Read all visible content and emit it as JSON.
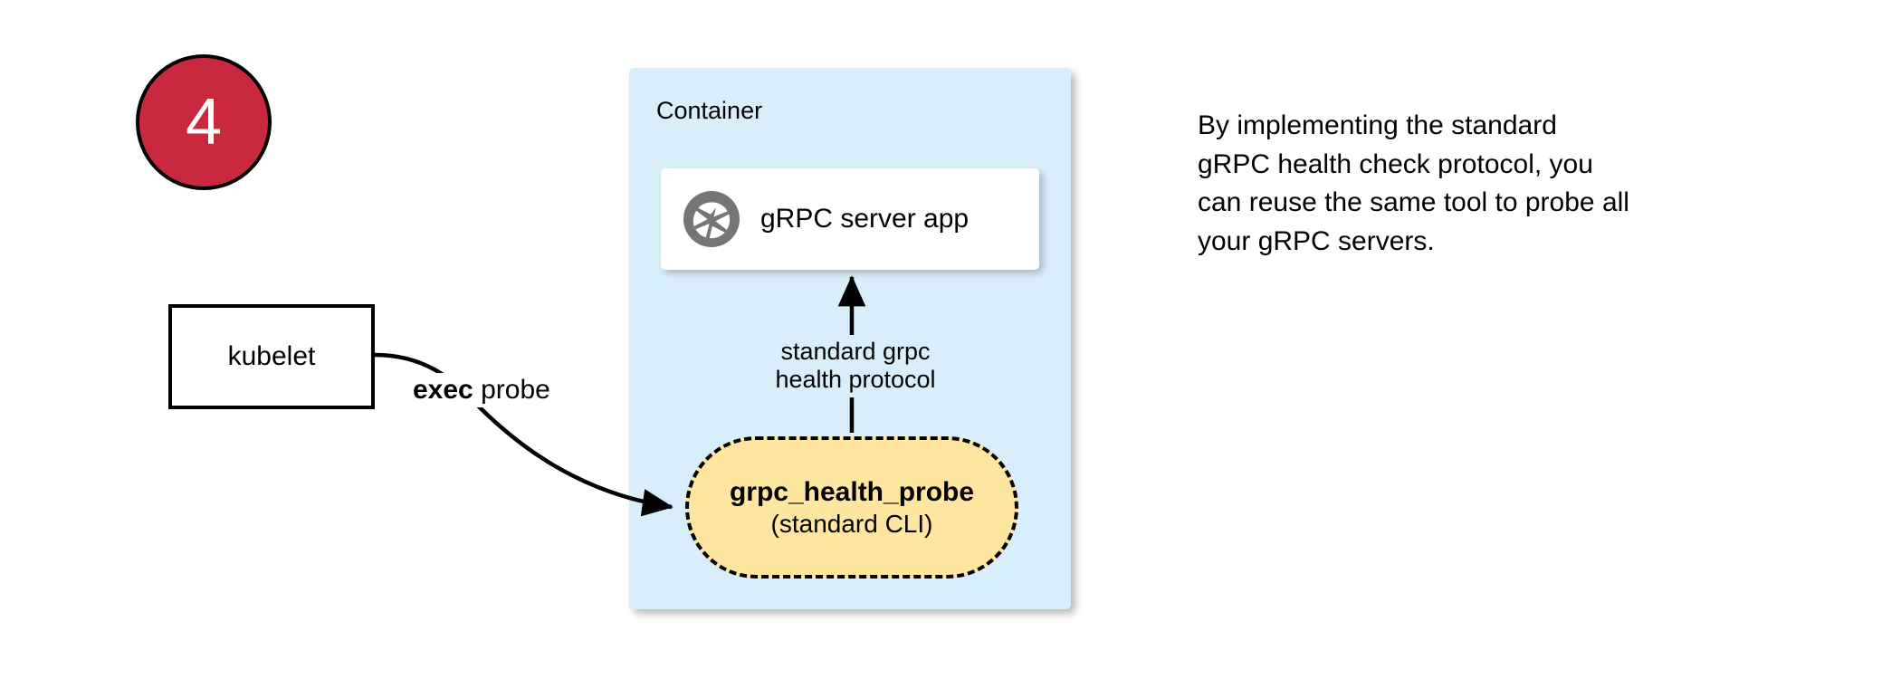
{
  "step": {
    "number": "4",
    "badge_color": "#c9283e",
    "badge_text_color": "#ffffff"
  },
  "nodes": {
    "kubelet": {
      "label": "kubelet"
    },
    "container": {
      "title": "Container",
      "fill_color": "#d9eefb"
    },
    "server_app": {
      "label": "gRPC server app",
      "icon": "aperture-icon",
      "icon_color": "#757575",
      "fill_color": "#ffffff"
    },
    "health_probe": {
      "title": "grpc_health_probe",
      "subtitle": "(standard CLI)",
      "fill_color": "#ffe6a0",
      "border_style": "dashed"
    }
  },
  "edges": {
    "exec_probe": {
      "label_bold": "exec",
      "label_rest": " probe",
      "from": "kubelet",
      "to": "grpc_health_probe"
    },
    "health_protocol": {
      "label_line1": "standard grpc",
      "label_line2": "health protocol",
      "from": "grpc_health_probe",
      "to": "gRPC server app"
    }
  },
  "caption": {
    "line1": "By implementing the standard",
    "line2": "gRPC health check protocol, you",
    "line3": "can reuse the same tool to probe all",
    "line4": "your gRPC servers."
  }
}
